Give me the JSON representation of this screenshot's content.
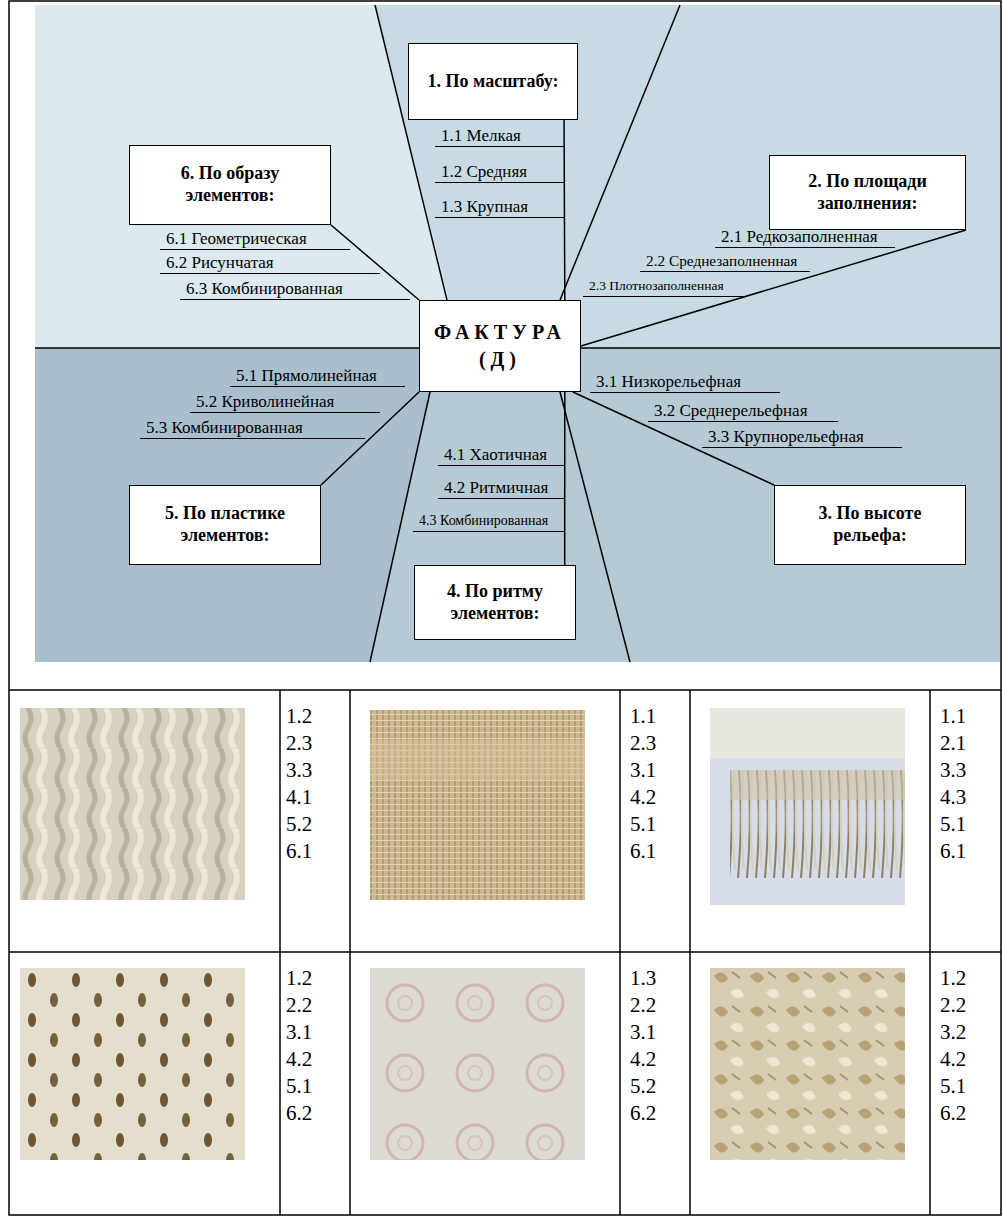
{
  "diagram": {
    "nodes": [
      {
        "text": [
          "ФАКТУРА (Д)"
        ]
      },
      {
        "text": [
          "1. По масштабу:"
        ]
      },
      {
        "text": [
          "2. По площади заполнения:"
        ]
      },
      {
        "text": [
          "3. По высоте рельефа:"
        ]
      },
      {
        "text": [
          "4. По ритму элементов:"
        ]
      },
      {
        "text": [
          "5. По пластике элементов:"
        ]
      },
      {
        "text": [
          "6. По образу элементов:"
        ]
      }
    ],
    "edges": [
      {
        "from": 0,
        "to": 1,
        "arrow": "none"
      },
      {
        "from": 0,
        "to": 2,
        "arrow": "none"
      },
      {
        "from": 0,
        "to": 3,
        "arrow": "none"
      },
      {
        "from": 0,
        "to": 4,
        "arrow": "none"
      },
      {
        "from": 0,
        "to": 5,
        "arrow": "none"
      },
      {
        "from": 0,
        "to": 6,
        "arrow": "none"
      }
    ],
    "labels": [
      "1.1 Мелкая",
      "1.2 Средняя",
      "1.3 Крупная",
      "2.1 Редкозаполненная",
      "2.2 Среднезаполненная",
      "2.3 Плотнозаполненная",
      "3.1 Низкорельефная",
      "3.2 Среднерельефная",
      "3.3 Крупнорельефная",
      "4.1 Хаотичная",
      "4.2 Ритмичная",
      "4.3 Комбинированная",
      "5.1 Прямолинейная",
      "5.2 Криволинейная",
      "5.3 Комбинированная",
      "6.1 Геометрическая",
      "6.2 Рисунчатая",
      "6.3 Комбинированная",
      "1.2",
      "2.3",
      "3.3",
      "4.1",
      "5.2",
      "6.1",
      "1.1",
      "2.3",
      "3.1",
      "4.2",
      "5.1",
      "6.1",
      "1.1",
      "2.1",
      "3.3",
      "4.3",
      "5.1",
      "6.1",
      "1.2",
      "2.2",
      "3.1",
      "4.2",
      "5.1",
      "6.2",
      "1.3",
      "2.2",
      "3.1",
      "4.2",
      "5.2",
      "6.2",
      "1.2",
      "2.2",
      "3.2",
      "4.2",
      "5.1",
      "6.2"
    ]
  }
}
